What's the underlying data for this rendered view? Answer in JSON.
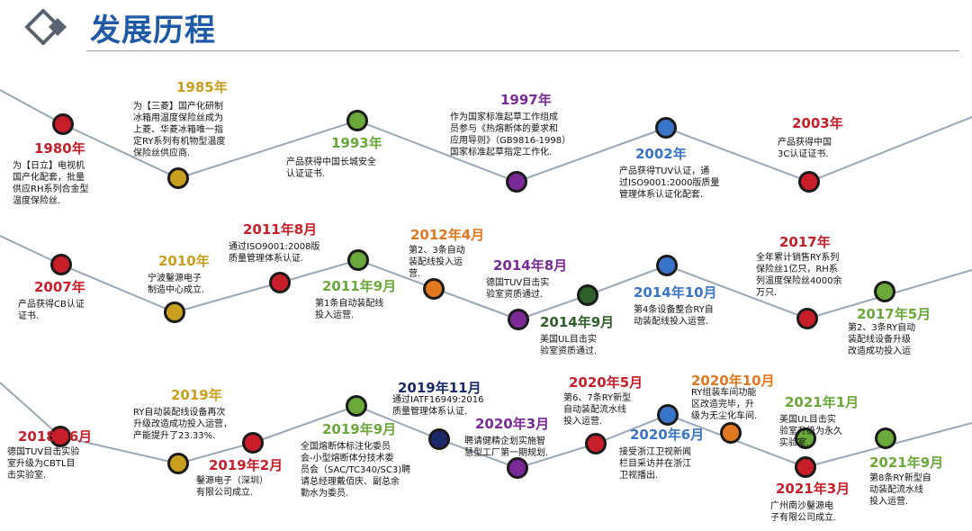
{
  "header": {
    "title": "发展历程"
  },
  "colors": {
    "title": "#1f5aa6",
    "red": "#c81e2a",
    "gold": "#c8a01e",
    "green": "#6aa83a",
    "blue": "#3a74c8",
    "purple": "#7a2a96",
    "orange": "#e07820",
    "dgreen": "#2f5f2a",
    "navy": "#1a2a6a",
    "track": "#9aa6b4"
  },
  "milestones": [
    {
      "year": "1980年",
      "color": "red",
      "desc": "为【日立】电视机\n国产化配套，批量\n供应RH系列合金型\n温度保险丝."
    },
    {
      "year": "1985年",
      "color": "gold",
      "desc": "为【三菱】国产化研制\n冰箱用温度保险丝成为\n上菱、华菱冰箱唯一指\n定RY系列有机物型温度\n保险丝供应商."
    },
    {
      "year": "1993年",
      "color": "green",
      "desc": "产品获得中国长城安全\n认证证书."
    },
    {
      "year": "1997年",
      "color": "purple",
      "desc": "作为国家标准起草工作组成\n员参与《热熔断体的要求和\n应用导则》（GB9816-1998）\n国家标准起草指定工作化."
    },
    {
      "year": "2002年",
      "color": "blue",
      "desc": "产品获得TUV认证，通\n过ISO9001:2000版质量\n管理体系认证化配套."
    },
    {
      "year": "2003年",
      "color": "red",
      "desc": "产品获得中国\n3C认证证书."
    },
    {
      "year": "2007年",
      "color": "red",
      "desc": "产品获得CB认证\n证书."
    },
    {
      "year": "2010年",
      "color": "gold",
      "desc": "宁波鑿源电子\n制造中心成立."
    },
    {
      "year": "2011年8月",
      "color": "red",
      "desc": "通过ISO9001:2008版\n质量管理体系认证."
    },
    {
      "year": "2011年9月",
      "color": "green",
      "desc": "第1条自动装配线\n投入运营."
    },
    {
      "year": "2012年4月",
      "color": "orange",
      "desc": "第2、3条自动\n装配线投入运\n营."
    },
    {
      "year": "2014年8月",
      "color": "purple",
      "desc": "德国TUV目击实\n验室资质通过."
    },
    {
      "year": "2014年9月",
      "color": "dgreen",
      "desc": "美国UL目击实\n验室资质通过."
    },
    {
      "year": "2014年10月",
      "color": "blue",
      "desc": "第4条设备整合RY自\n动装配线投入运营."
    },
    {
      "year": "2017年",
      "color": "red",
      "desc": "全年累计销售RY系列\n保险丝1亿只，RH系\n列温度保险丝4000余\n万只."
    },
    {
      "year": "2017年5月",
      "color": "green",
      "desc": "第2、3条RY自动\n装配线设备升级\n改造成功投入运"
    },
    {
      "year": "2018年6月",
      "color": "red",
      "desc": "德国TUV目击实验\n室升级为CBTL目\n击实验室."
    },
    {
      "year": "2019年",
      "color": "gold",
      "desc": "RY自动装配线设备再次\n升级改造成功投入运营，\n产能提升了23.33%."
    },
    {
      "year": "2019年2月",
      "color": "red",
      "desc": "鑿源电子（深圳）\n有限公司成立."
    },
    {
      "year": "2019年9月",
      "color": "green",
      "desc": "全国熔断体标注化委员\n会-小型熔断体分技术委\n员会（SAC/TC340/SC3)聘\n请总经理戴佰庆、副总余\n勤水为委员."
    },
    {
      "year": "2019年11月",
      "color": "navy",
      "desc": "通过IATF16949:2016\n质量管理体系认证."
    },
    {
      "year": "2020年3月",
      "color": "purple",
      "desc": "聘请健精企划实施智\n慧型工厂第一期规划."
    },
    {
      "year": "2020年5月",
      "color": "red",
      "desc": "第6、7条RY新型\n自动装配流水线\n投入运营."
    },
    {
      "year": "2020年6月",
      "color": "blue",
      "desc": "接受浙江卫视新闻\n栏目采访并在浙江\n卫视播出."
    },
    {
      "year": "2020年10月",
      "color": "orange",
      "desc": "RY组装车间功能\n区改造完毕，升\n级为无尘化车间."
    },
    {
      "year": "2021年1月",
      "color": "green",
      "desc": "美国UL目击实\n验室升级为永久\n实验室."
    },
    {
      "year": "2021年3月",
      "color": "red",
      "desc": "广州南沙鑿源电\n子有限公司成立."
    },
    {
      "year": "2021年9月",
      "color": "green",
      "desc": "第8条RY新型自\n动装配流水线\n投入运营."
    }
  ]
}
